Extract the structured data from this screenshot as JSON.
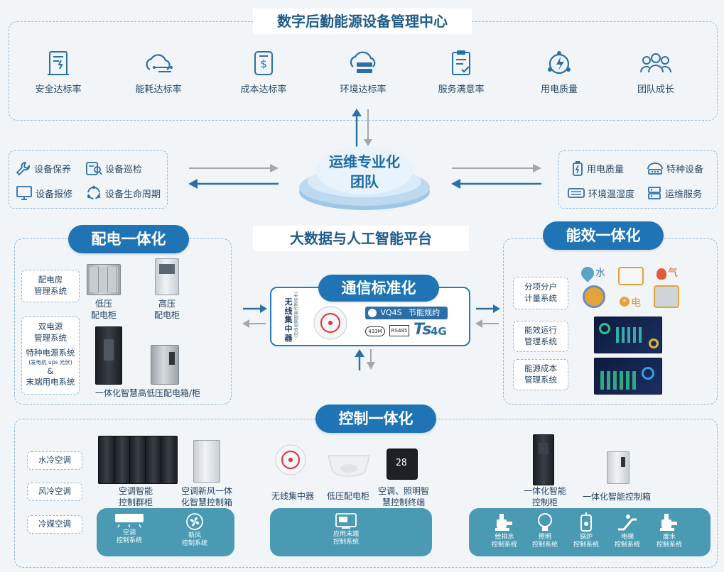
{
  "top": {
    "title": "数字后勤能源设备管理中心",
    "items": [
      {
        "label": "安全达标率",
        "icon": "cabinet-alarm-icon"
      },
      {
        "label": "能耗达标率",
        "icon": "cloud-network-icon"
      },
      {
        "label": "成本达标率",
        "icon": "dollar-doc-icon"
      },
      {
        "label": "环境达标率",
        "icon": "cloud-server-icon"
      },
      {
        "label": "服务满意率",
        "icon": "clipboard-check-icon"
      },
      {
        "label": "用电质量",
        "icon": "lightning-cycle-icon"
      },
      {
        "label": "团队成长",
        "icon": "team-icon"
      }
    ]
  },
  "center": {
    "team_line1": "运维专业化",
    "team_line2": "团队",
    "platform_title": "大数据与人工智能平台"
  },
  "left_services": [
    {
      "label": "设备保养",
      "icon": "wrench-icon"
    },
    {
      "label": "设备巡检",
      "icon": "inspection-icon"
    },
    {
      "label": "设备报修",
      "icon": "monitor-icon"
    },
    {
      "label": "设备生命周期",
      "icon": "lifecycle-icon"
    }
  ],
  "right_services": [
    {
      "label": "用电质量",
      "icon": "battery-icon"
    },
    {
      "label": "特种设备",
      "icon": "special-device-icon"
    },
    {
      "label": "环境温湿度",
      "icon": "thermometer-icon"
    },
    {
      "label": "运维服务",
      "icon": "service-icon"
    }
  ],
  "power": {
    "title": "配电一体化",
    "box_room": "配电房\n管理系统",
    "box_dual": "双电源\n管理系统",
    "special": "特种电源系统",
    "special_sub": "(发电机 ups 光伏)",
    "amp": "&",
    "terminal": "末端用电系统",
    "low_cab": "低压\n配电柜",
    "high_cab": "高压\n配电柜",
    "smart_box": "一体化智慧高低压配电箱/柜"
  },
  "comm": {
    "title": "通信标准化",
    "wireless": "无\n线\n集\n中\n器",
    "wireless_note": "(无线组网智能控制技术)",
    "vq4s": "VQ4S",
    "energy_protocol": "节能规约",
    "b433": "433M",
    "rs485": "RS485",
    "ts": "Ts",
    "g4": "4G"
  },
  "efficiency": {
    "title": "能效一体化",
    "box_meter": "分项分户\n计量系统",
    "box_run": "能效运行\n管理系统",
    "box_cost": "能源成本\n管理系统",
    "water": "水",
    "gas": "气",
    "elec": "电"
  },
  "control": {
    "title": "控制一体化",
    "labels": [
      "水冷空调",
      "风冷空调",
      "冷媒空调"
    ],
    "ac_group": "空调智能\n控制群柜",
    "ac_fresh": "空调新风一体\n化智慧控制箱",
    "wireless_hub": "无线集中器",
    "low_cab": "低压配电柜",
    "terminal": "空调、照明智\n慧控制终端",
    "smart_cab": "一体化智能\n控制柜",
    "smart_box": "一体化智能控制箱",
    "thermostat": "28",
    "bar1": [
      {
        "label": "空调\n控制系统",
        "icon": "ac-icon"
      },
      {
        "label": "新风\n控制系统",
        "icon": "fan-icon"
      }
    ],
    "bar2": [
      {
        "label": "应用末端\n控制系统",
        "icon": "terminal-icon"
      }
    ],
    "bar3": [
      {
        "label": "给排水\n控制系统",
        "icon": "pump-icon"
      },
      {
        "label": "照明\n控制系统",
        "icon": "bulb-icon"
      },
      {
        "label": "锅炉\n控制系统",
        "icon": "boiler-icon"
      },
      {
        "label": "电梯\n控制系统",
        "icon": "escalator-icon"
      },
      {
        "label": "废水\n控制系统",
        "icon": "wastewater-icon"
      }
    ]
  },
  "colors": {
    "primary": "#1e74b4",
    "dash": "#8fb7d6",
    "teal": "#4a9ab4",
    "arrow": "#2a6fa8",
    "gray_arrow": "#a7a7a7"
  }
}
